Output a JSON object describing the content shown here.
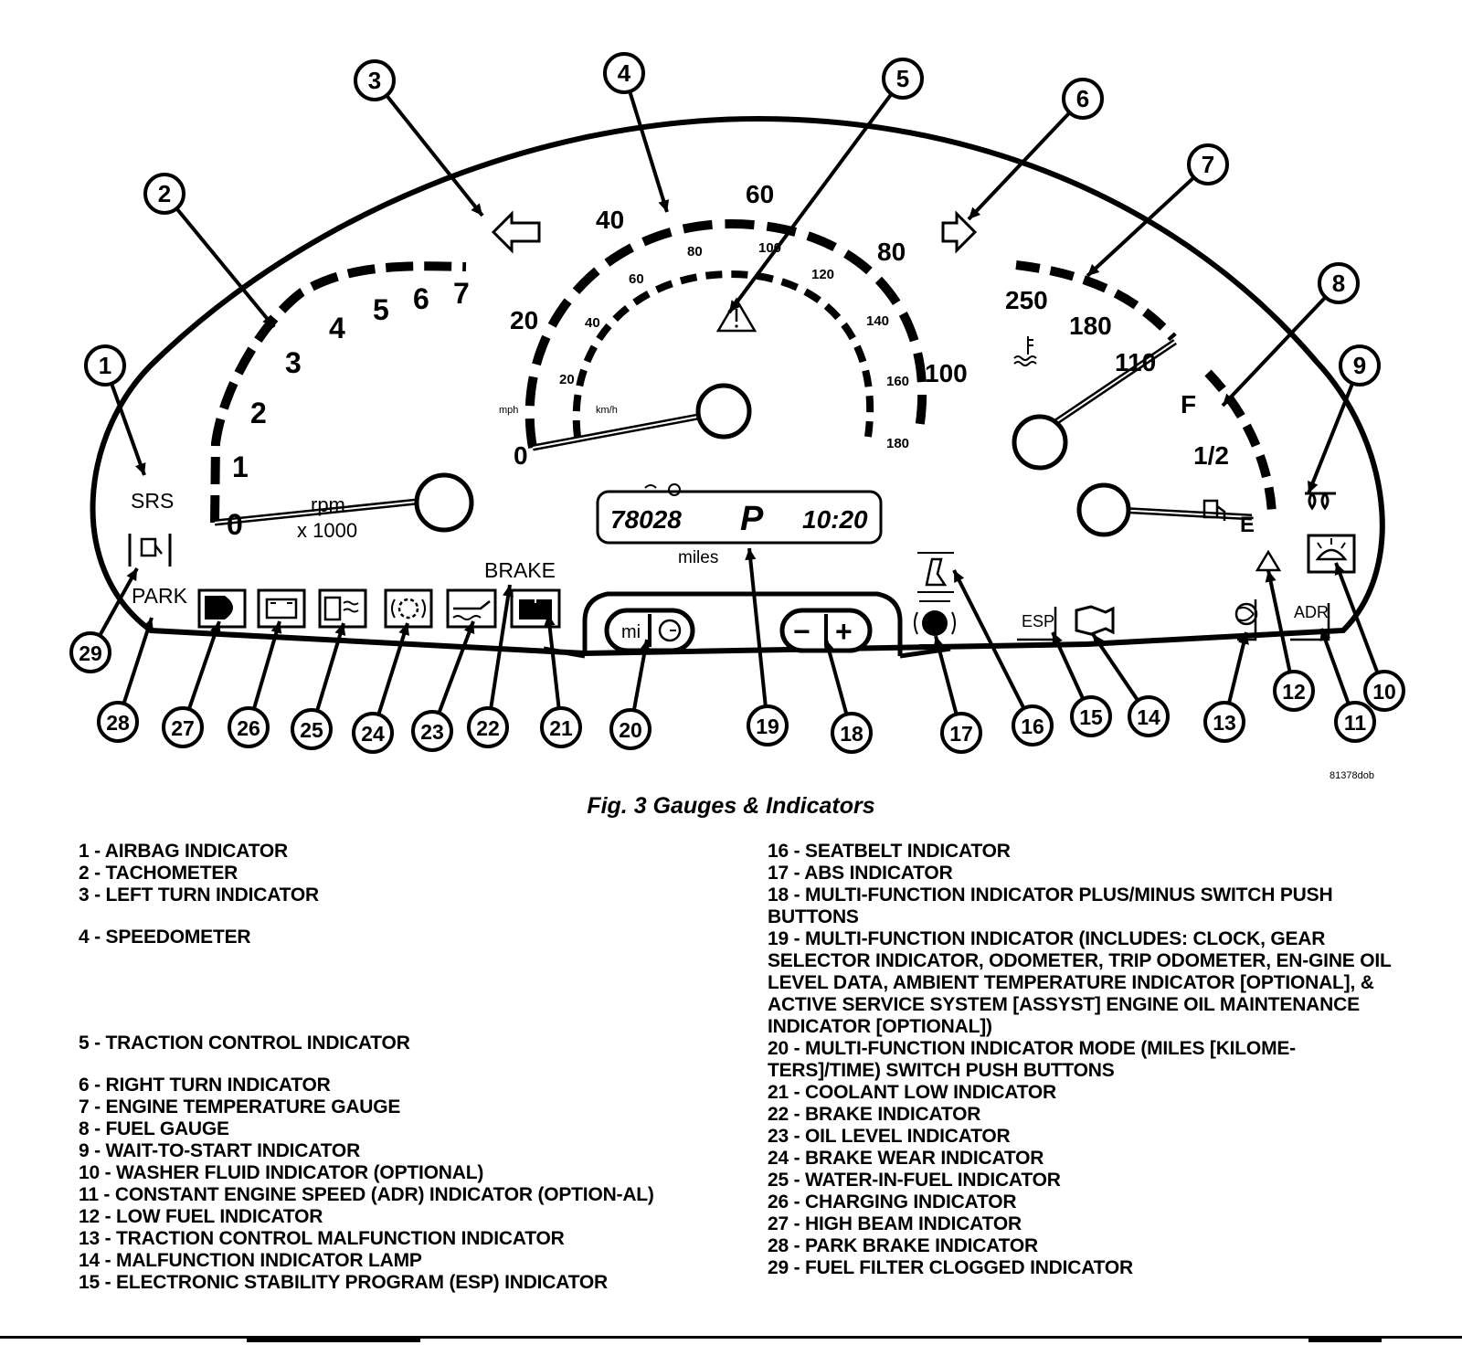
{
  "diagram": {
    "figure_id": "81378dob",
    "tach": {
      "ticks": [
        "0",
        "1",
        "2",
        "3",
        "4",
        "5",
        "6",
        "7"
      ],
      "unit": "rpm",
      "multiplier": "x 1000"
    },
    "speedo": {
      "mph_ticks": [
        "0",
        "20",
        "40",
        "60",
        "80",
        "100"
      ],
      "kmh_ticks": [
        "20",
        "40",
        "60",
        "80",
        "100",
        "120",
        "140",
        "160",
        "180"
      ],
      "mph_label": "mph",
      "kmh_label": "km/h"
    },
    "temp": {
      "ticks": [
        "250",
        "180",
        "110"
      ]
    },
    "fuel": {
      "full": "F",
      "half": "1/2",
      "empty": "E"
    },
    "display": {
      "odometer": "78028",
      "gear": "P",
      "clock": "10:20",
      "unit": "miles"
    },
    "labels": {
      "srs": "SRS",
      "park": "PARK",
      "brake": "BRAKE",
      "esp": "ESP",
      "adr": "ADR"
    },
    "callouts": [
      "1",
      "2",
      "3",
      "4",
      "5",
      "6",
      "7",
      "8",
      "9",
      "10",
      "11",
      "12",
      "13",
      "14",
      "15",
      "16",
      "17",
      "18",
      "19",
      "20",
      "21",
      "22",
      "23",
      "24",
      "25",
      "26",
      "27",
      "28",
      "29"
    ],
    "buttons": {
      "mode_mi": "mi",
      "minus": "−",
      "plus": "+"
    }
  },
  "caption": "Fig. 3 Gauges & Indicators",
  "legend_left": [
    "1 - AIRBAG INDICATOR",
    "2 - TACHOMETER",
    "3 - LEFT TURN INDICATOR",
    "4 - SPEEDOMETER",
    "5 - TRACTION CONTROL INDICATOR",
    "6 - RIGHT TURN INDICATOR",
    "7 - ENGINE TEMPERATURE GAUGE",
    "8 - FUEL GAUGE",
    "9 - WAIT-TO-START INDICATOR",
    "10 - WASHER FLUID INDICATOR (OPTIONAL)",
    "11 - CONSTANT ENGINE SPEED (ADR) INDICATOR (OPTION-AL)",
    "12 - LOW FUEL INDICATOR",
    "13 - TRACTION CONTROL MALFUNCTION INDICATOR",
    "14 - MALFUNCTION INDICATOR LAMP",
    "15 - ELECTRONIC STABILITY PROGRAM (ESP) INDICATOR"
  ],
  "legend_right": [
    "16 - SEATBELT INDICATOR",
    "17 - ABS INDICATOR",
    "18 - MULTI-FUNCTION INDICATOR PLUS/MINUS SWITCH PUSH BUTTONS",
    "19 - MULTI-FUNCTION INDICATOR (INCLUDES: CLOCK, GEAR SELECTOR INDICATOR, ODOMETER, TRIP ODOMETER, EN-GINE OIL LEVEL DATA, AMBIENT TEMPERATURE INDICATOR [OPTIONAL], & ACTIVE SERVICE SYSTEM [ASSYST] ENGINE OIL MAINTENANCE INDICATOR [OPTIONAL])",
    "20 - MULTI-FUNCTION INDICATOR MODE (MILES [KILOME-TERS]/TIME) SWITCH PUSH BUTTONS",
    "21 - COOLANT LOW INDICATOR",
    "22 - BRAKE INDICATOR",
    "23 - OIL LEVEL INDICATOR",
    "24 - BRAKE WEAR INDICATOR",
    "25 - WATER-IN-FUEL INDICATOR",
    "26 - CHARGING INDICATOR",
    "27 - HIGH BEAM INDICATOR",
    "28 - PARK BRAKE INDICATOR",
    "29 - FUEL FILTER CLOGGED INDICATOR"
  ]
}
